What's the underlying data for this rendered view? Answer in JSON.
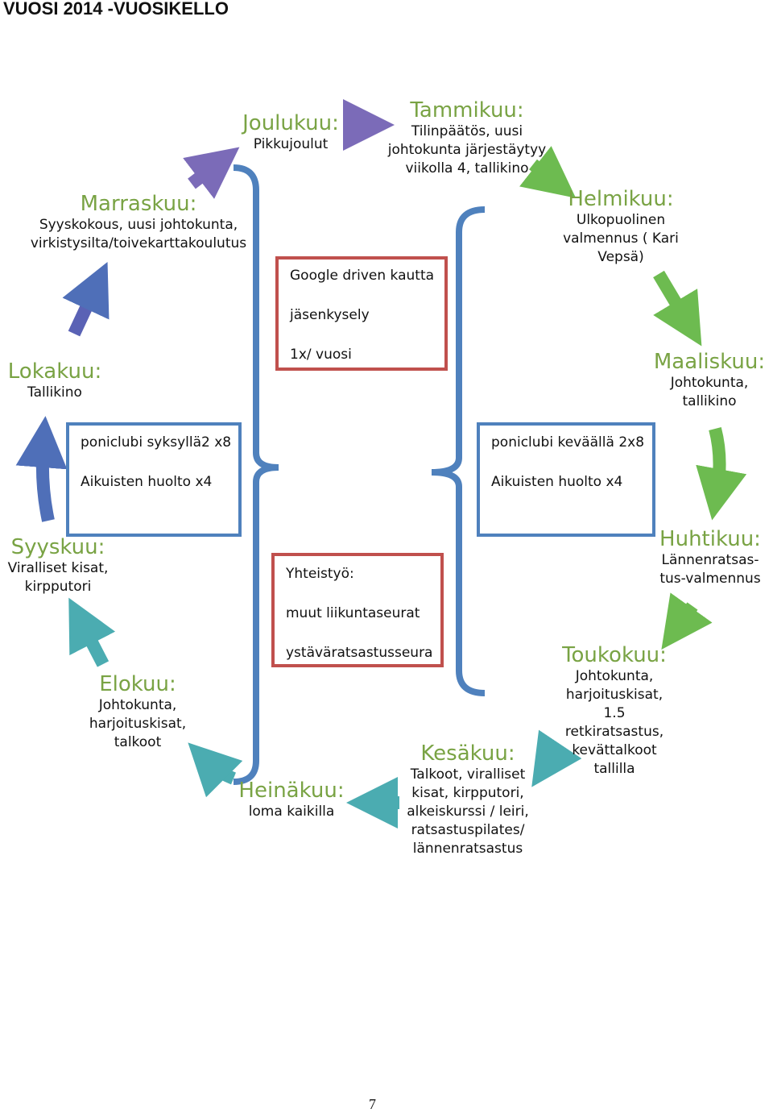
{
  "page_title": "VUOSI 2014  -VUOSIKELLO",
  "months": {
    "tammikuu": {
      "name": "Tammikuu:",
      "lines": [
        "Tilinpäätös, uusi",
        "johtokunta järjestäytyy",
        "viikolla 4, tallikino"
      ]
    },
    "helmikuu": {
      "name": "Helmikuu:",
      "lines": [
        "Ulkopuolinen",
        "valmennus ( Kari",
        "Vepsä)"
      ]
    },
    "maaliskuu": {
      "name": "Maaliskuu:",
      "lines": [
        "Johtokunta,",
        "tallikino"
      ]
    },
    "huhtikuu": {
      "name": "Huhtikuu:",
      "lines": [
        "Lännenratsas-",
        "tus-valmennus"
      ]
    },
    "toukokuu": {
      "name": "Toukokuu:",
      "lines": [
        "Johtokunta,",
        "harjoituskisat,",
        "1.5",
        "retkiratsastus,",
        "kevättalkoot",
        "tallilla"
      ]
    },
    "kesakuu": {
      "name": "Kesäkuu:",
      "lines": [
        "Talkoot, viralliset",
        "kisat, kirpputori,",
        "alkeiskurssi / leiri,",
        "ratsastuspilates/",
        "lännenratsastus"
      ]
    },
    "heinakuu": {
      "name": "Heinäkuu:",
      "lines": [
        "loma kaikilla"
      ]
    },
    "elokuu": {
      "name": "Elokuu:",
      "lines": [
        "Johtokunta,",
        "harjoituskisat,",
        "talkoot"
      ]
    },
    "syyskuu": {
      "name": "Syyskuu:",
      "lines": [
        "Viralliset kisat,",
        "kirpputori"
      ]
    },
    "lokakuu": {
      "name": "Lokakuu:",
      "lines": [
        "Tallikino"
      ]
    },
    "marraskuu": {
      "name": "Marraskuu:",
      "lines": [
        "Syyskokous, uusi johtokunta,",
        "virkistysilta/toivekarttakoulutus"
      ]
    },
    "joulukuu": {
      "name": "Joulukuu:",
      "lines": [
        "Pikkujoulut"
      ]
    }
  },
  "boxes": {
    "google": [
      "Google driven kautta",
      "jäsenkysely",
      "1x/ vuosi"
    ],
    "autumn": [
      "poniclubi syksyllä2 x8",
      "Aikuisten huolto x4"
    ],
    "spring": [
      "poniclubi keväällä 2x8",
      "Aikuisten huolto x4"
    ],
    "cooperation": [
      "Yhteistyö:",
      "muut liikuntaseurat",
      "ystäväratsastusseura"
    ]
  },
  "page_number": "7",
  "colors": {
    "month_name": "#79a344",
    "red_box": "#c0504d",
    "blue_box": "#4f81bd",
    "arrow_purple": "#7b6bb8",
    "arrow_green": "#6dbb50",
    "arrow_teal": "#4bacb1",
    "arrow_blue": "#4f6fb8"
  }
}
